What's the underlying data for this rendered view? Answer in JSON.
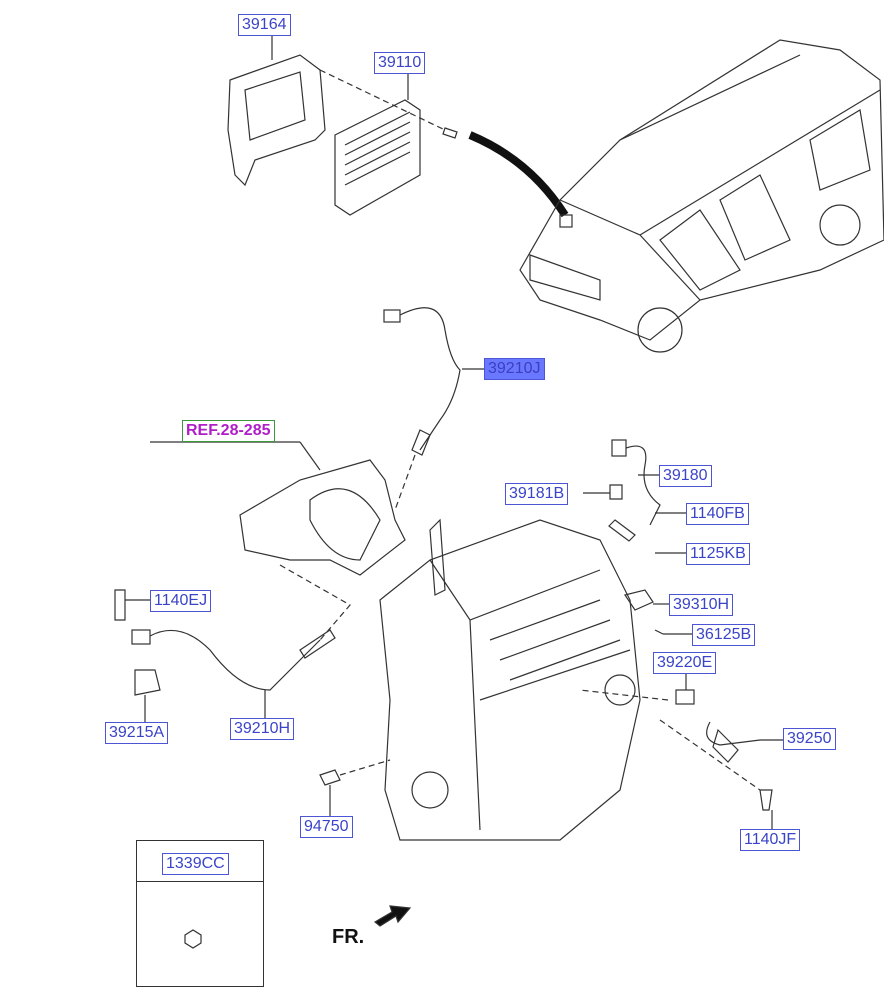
{
  "labels": {
    "p39164": "39164",
    "p39110": "39110",
    "p39210J": "39210J",
    "ref": "REF.28-285",
    "p39180": "39180",
    "p39181B": "39181B",
    "p1140FB": "1140FB",
    "p1125KB": "1125KB",
    "p39310H": "39310H",
    "p36125B": "36125B",
    "p39220E": "39220E",
    "p39250": "39250",
    "p1140JF": "1140JF",
    "p94750": "94750",
    "p1140EJ": "1140EJ",
    "p39215A": "39215A",
    "p39210H": "39210H",
    "p1339CC": "1339CC"
  },
  "front_marker": "FR.",
  "colors": {
    "label_border": "#4b55d6",
    "highlight": "#6a78ff",
    "ref_text": "#b01ec8",
    "ref_border": "#3a9a3a"
  }
}
